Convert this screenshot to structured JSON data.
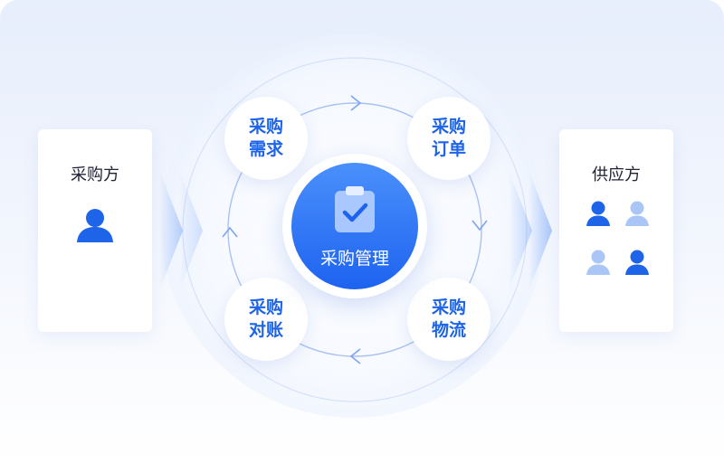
{
  "buyer": {
    "title": "采购方",
    "icon": "user-icon"
  },
  "supplier": {
    "title": "供应方",
    "icons": [
      "user-icon",
      "user-icon-light",
      "user-icon-light",
      "user-icon"
    ]
  },
  "center": {
    "label": "采购管理",
    "icon": "clipboard-check-icon"
  },
  "cycle_nodes": [
    {
      "line1": "采购",
      "line2": "需求"
    },
    {
      "line1": "采购",
      "line2": "订单"
    },
    {
      "line1": "采购",
      "line2": "物流"
    },
    {
      "line1": "采购",
      "line2": "对账"
    }
  ],
  "colors": {
    "accent": "#1d64e8",
    "accent_light": "#a9c6f6",
    "ring": "#b7ccf5",
    "background": "#eef3fd"
  }
}
